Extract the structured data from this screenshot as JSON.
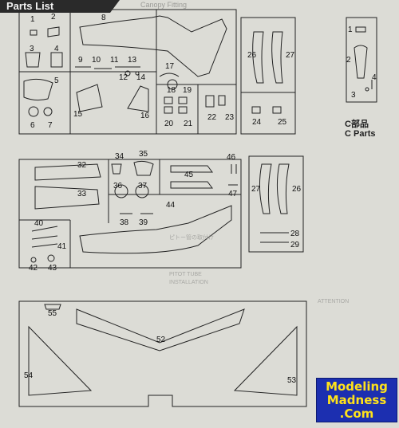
{
  "header": {
    "title": "Parts List",
    "ghost_text": "Canopy Fitting"
  },
  "sheet_labels": {
    "c_jp": "C部品",
    "c_en": "C Parts"
  },
  "watermark": {
    "line1": "Modeling",
    "line2": "Madness",
    "line3": ".Com"
  },
  "ghost_notes": {
    "mid_jp": "ピトー管の取付け",
    "mid_en1": "PITOT TUBE",
    "mid_en2": "INSTALLATION",
    "attention": "ATTENTION"
  },
  "part_numbers": {
    "p1": "1",
    "p2": "2",
    "p3": "3",
    "p4": "4",
    "p5": "5",
    "p6": "6",
    "p7": "7",
    "p8": "8",
    "p9": "9",
    "p10": "10",
    "p11": "11",
    "p12": "12",
    "p13": "13",
    "p14": "14",
    "p15": "15",
    "p16": "16",
    "p17": "17",
    "p18": "18",
    "p19": "19",
    "p20": "20",
    "p21": "21",
    "p22": "22",
    "p23": "23",
    "p24": "24",
    "p25": "25",
    "p26": "26",
    "p27": "27",
    "p28": "28",
    "p29": "29",
    "p32": "32",
    "p33": "33",
    "p34": "34",
    "p35": "35",
    "p36": "36",
    "p37": "37",
    "p38": "38",
    "p39": "39",
    "p40": "40",
    "p41": "41",
    "p42": "42",
    "p43": "43",
    "p44": "44",
    "p45": "45",
    "p46": "46",
    "p47": "47",
    "p52": "52",
    "p53": "53",
    "p54": "54",
    "p55": "55"
  }
}
